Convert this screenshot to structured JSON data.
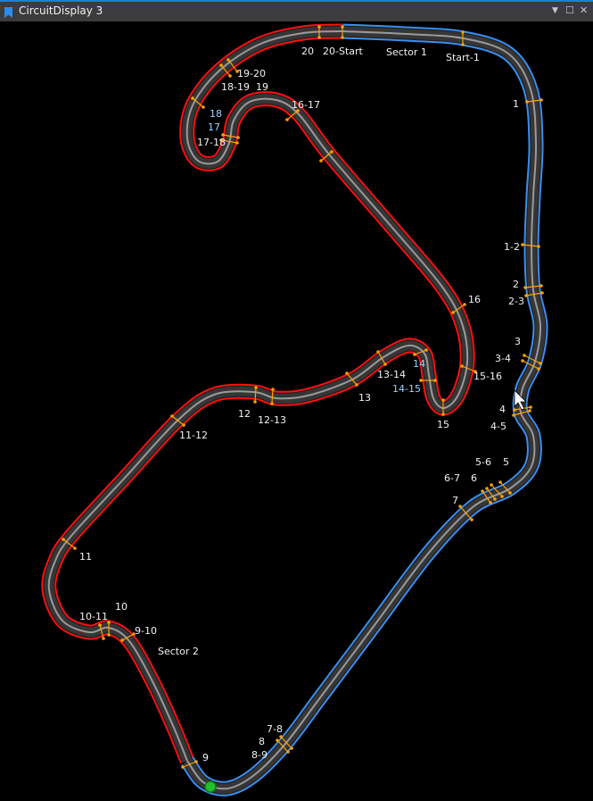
{
  "window": {
    "title": "CircuitDisplay 3",
    "menu_icon": "chevron-down-icon",
    "maximize_icon": "maximize-icon",
    "close_icon": "close-icon"
  },
  "colors": {
    "sector_active": "#3a8ff0",
    "sector_other": "#ff1010",
    "marker": "#ffa000",
    "car": "#22c02a",
    "track": "#363636"
  },
  "sectors": [
    "Sector 1",
    "Sector 2"
  ],
  "labels": [
    "20",
    "20-Start",
    "Start-1",
    "1",
    "1-2",
    "2",
    "2-3",
    "3",
    "3-4",
    "4",
    "4-5",
    "5",
    "5-6",
    "6",
    "6-7",
    "7",
    "7-8",
    "8",
    "8-9",
    "9",
    "9-10",
    "10",
    "10-11",
    "11",
    "11-12",
    "12",
    "12-13",
    "13",
    "13-14",
    "14",
    "14-15",
    "15",
    "15-16",
    "16",
    "16-17",
    "17",
    "17-18",
    "18",
    "18-19",
    "19",
    "19-20"
  ]
}
